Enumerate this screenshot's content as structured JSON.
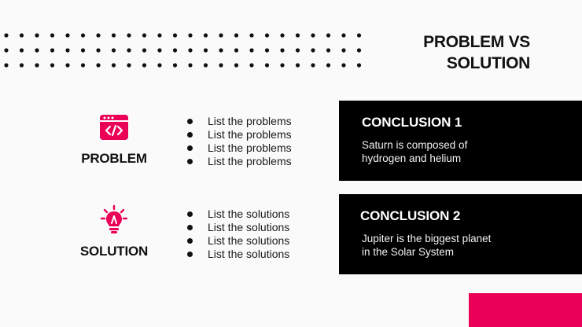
{
  "slide": {
    "title_line1": "PROBLEM VS",
    "title_line2": "SOLUTION"
  },
  "colors": {
    "accent": "#eb0057",
    "card_bg": "#000000",
    "background": "#fafafa"
  },
  "problem": {
    "icon": "code-window-icon",
    "label": "PROBLEM",
    "items": [
      "List the problems",
      "List the problems",
      "List the problems",
      "List the problems"
    ]
  },
  "solution": {
    "icon": "lightbulb-icon",
    "label": "SOLUTION",
    "items": [
      "List the solutions",
      "List the solutions",
      "List the solutions",
      "List the solutions"
    ]
  },
  "conclusions": [
    {
      "title": "CONCLUSION 1",
      "text_line1": "Saturn is composed of",
      "text_line2": "hydrogen and helium"
    },
    {
      "title": "CONCLUSION 2",
      "text_line1": "Jupiter is the biggest planet",
      "text_line2": "in the Solar System"
    }
  ]
}
